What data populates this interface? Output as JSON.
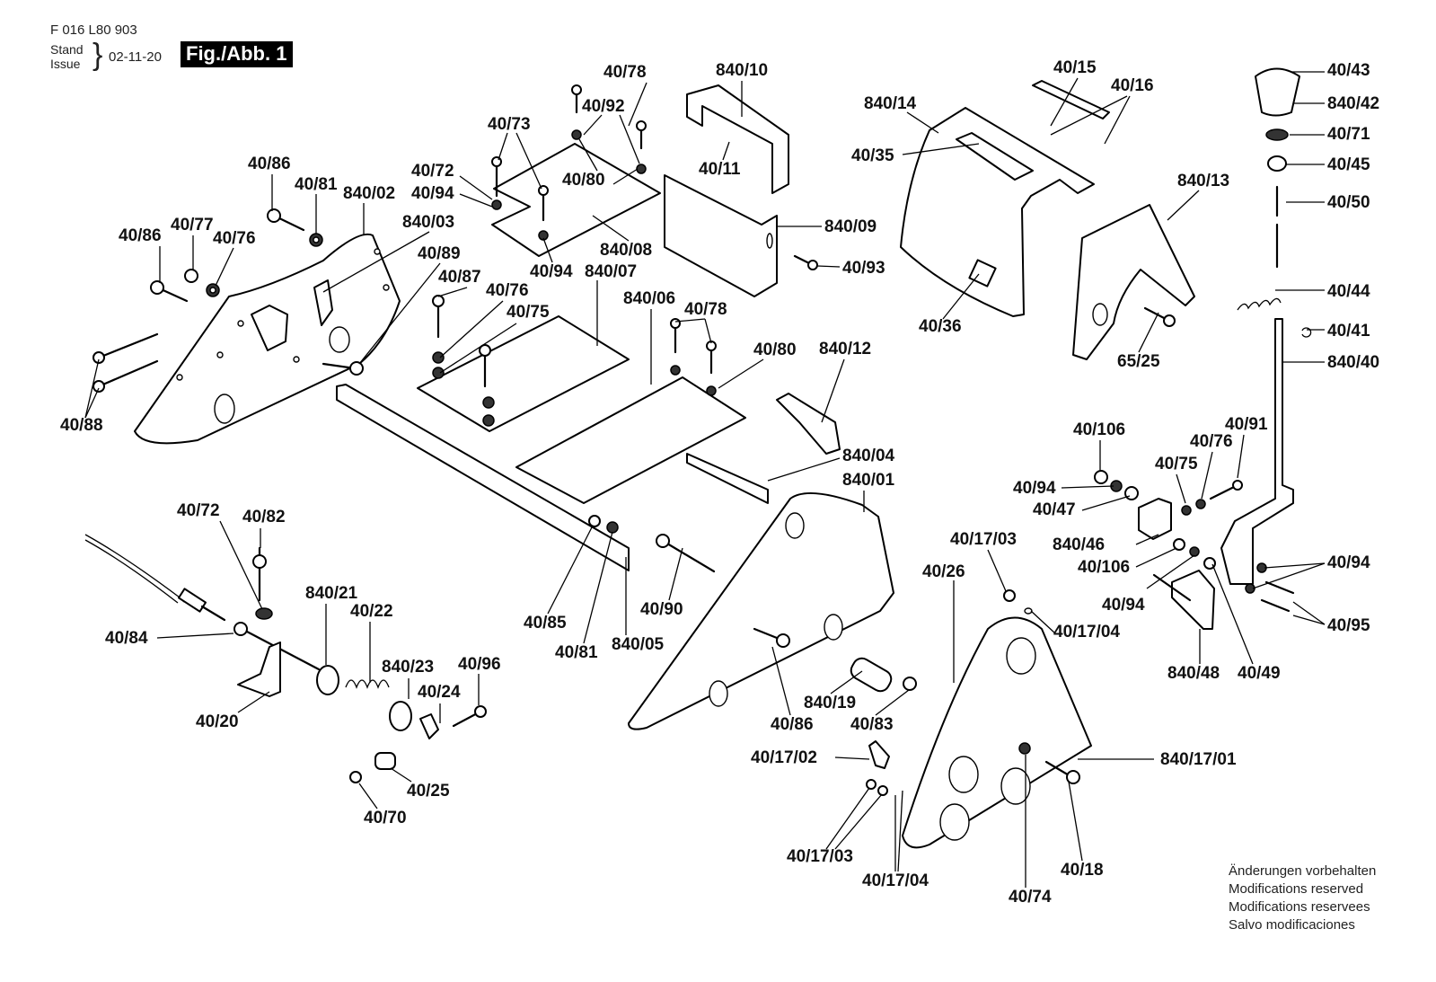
{
  "header": {
    "document_code": "F 016 L80 903",
    "stand_label": "Stand",
    "issue_label": "Issue",
    "brace": "}",
    "date": "02-11-20",
    "figure_label": "Fig./Abb. 1"
  },
  "footer": {
    "lines": [
      "Änderungen vorbehalten",
      "Modifications reserved",
      "Modifications reservees",
      "Salvo modificaciones"
    ]
  },
  "callouts": [
    {
      "id": "40/78",
      "group": "top-plate"
    },
    {
      "id": "840/10",
      "group": "cover"
    },
    {
      "id": "40/92",
      "group": "top-plate"
    },
    {
      "id": "40/73",
      "group": "top-plate"
    },
    {
      "id": "40/72",
      "group": "top-plate"
    },
    {
      "id": "40/94",
      "group": "top-plate"
    },
    {
      "id": "40/80",
      "group": "top-plate"
    },
    {
      "id": "40/11",
      "group": "cover"
    },
    {
      "id": "840/08",
      "group": "top-plate"
    },
    {
      "id": "40/94",
      "group": "top-plate"
    },
    {
      "id": "840/07",
      "group": "base"
    },
    {
      "id": "840/09",
      "group": "cover"
    },
    {
      "id": "40/93",
      "group": "cover"
    },
    {
      "id": "40/86",
      "group": "left-plate"
    },
    {
      "id": "40/81",
      "group": "left-plate"
    },
    {
      "id": "840/02",
      "group": "left-plate"
    },
    {
      "id": "840/03",
      "group": "left-plate"
    },
    {
      "id": "40/86",
      "group": "left-plate"
    },
    {
      "id": "40/77",
      "group": "left-plate"
    },
    {
      "id": "40/76",
      "group": "left-plate"
    },
    {
      "id": "40/89",
      "group": "left-plate"
    },
    {
      "id": "40/87",
      "group": "base"
    },
    {
      "id": "40/76",
      "group": "base"
    },
    {
      "id": "40/75",
      "group": "base"
    },
    {
      "id": "840/06",
      "group": "base"
    },
    {
      "id": "40/78",
      "group": "base"
    },
    {
      "id": "40/80",
      "group": "base"
    },
    {
      "id": "840/12",
      "group": "base"
    },
    {
      "id": "840/04",
      "group": "base"
    },
    {
      "id": "40/88",
      "group": "left-plate"
    },
    {
      "id": "840/14",
      "group": "hood"
    },
    {
      "id": "40/15",
      "group": "hood"
    },
    {
      "id": "40/16",
      "group": "hood"
    },
    {
      "id": "40/35",
      "group": "hood"
    },
    {
      "id": "840/13",
      "group": "hood"
    },
    {
      "id": "40/36",
      "group": "hood"
    },
    {
      "id": "65/25",
      "group": "hood"
    },
    {
      "id": "40/43",
      "group": "lever"
    },
    {
      "id": "840/42",
      "group": "lever"
    },
    {
      "id": "40/71",
      "group": "lever"
    },
    {
      "id": "40/45",
      "group": "lever"
    },
    {
      "id": "40/50",
      "group": "lever"
    },
    {
      "id": "40/44",
      "group": "lever"
    },
    {
      "id": "40/41",
      "group": "lever"
    },
    {
      "id": "840/40",
      "group": "lever"
    },
    {
      "id": "40/106",
      "group": "linkage"
    },
    {
      "id": "40/91",
      "group": "linkage"
    },
    {
      "id": "40/76",
      "group": "linkage"
    },
    {
      "id": "40/75",
      "group": "linkage"
    },
    {
      "id": "40/94",
      "group": "linkage"
    },
    {
      "id": "40/47",
      "group": "linkage"
    },
    {
      "id": "840/46",
      "group": "linkage"
    },
    {
      "id": "40/106",
      "group": "linkage"
    },
    {
      "id": "40/94",
      "group": "linkage"
    },
    {
      "id": "40/95",
      "group": "linkage"
    },
    {
      "id": "40/94",
      "group": "linkage"
    },
    {
      "id": "840/48",
      "group": "linkage"
    },
    {
      "id": "40/49",
      "group": "linkage"
    },
    {
      "id": "840/01",
      "group": "right-plate"
    },
    {
      "id": "40/85",
      "group": "base"
    },
    {
      "id": "40/81",
      "group": "base"
    },
    {
      "id": "840/05",
      "group": "base"
    },
    {
      "id": "40/90",
      "group": "right-plate"
    },
    {
      "id": "40/72",
      "group": "cable"
    },
    {
      "id": "40/82",
      "group": "cable"
    },
    {
      "id": "840/21",
      "group": "cable"
    },
    {
      "id": "40/22",
      "group": "cable"
    },
    {
      "id": "40/84",
      "group": "cable"
    },
    {
      "id": "840/23",
      "group": "cable"
    },
    {
      "id": "40/96",
      "group": "cable"
    },
    {
      "id": "40/24",
      "group": "cable"
    },
    {
      "id": "40/20",
      "group": "cable"
    },
    {
      "id": "40/25",
      "group": "cable"
    },
    {
      "id": "40/70",
      "group": "cable"
    },
    {
      "id": "40/17/03",
      "group": "belt-cover"
    },
    {
      "id": "40/26",
      "group": "belt-cover"
    },
    {
      "id": "40/17/04",
      "group": "belt-cover"
    },
    {
      "id": "840/19",
      "group": "right-plate"
    },
    {
      "id": "40/83",
      "group": "right-plate"
    },
    {
      "id": "40/86",
      "group": "right-plate"
    },
    {
      "id": "40/17/02",
      "group": "belt-cover"
    },
    {
      "id": "840/17/01",
      "group": "belt-cover"
    },
    {
      "id": "40/17/03",
      "group": "belt-cover"
    },
    {
      "id": "40/17/04",
      "group": "belt-cover"
    },
    {
      "id": "40/18",
      "group": "belt-cover"
    },
    {
      "id": "40/74",
      "group": "belt-cover"
    }
  ]
}
